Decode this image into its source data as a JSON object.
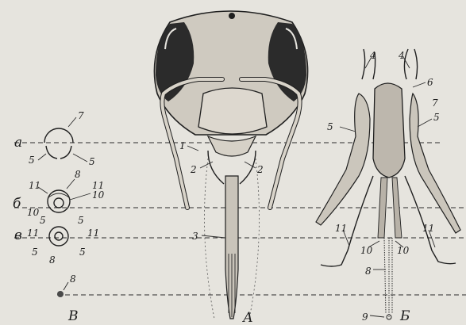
{
  "figure": {
    "panels": [
      {
        "id": "A",
        "label": "А"
      },
      {
        "id": "B",
        "label": "Б"
      },
      {
        "id": "V",
        "label": "В"
      }
    ],
    "section_letters": {
      "a": "а",
      "b": "б",
      "v": "в"
    },
    "numbers": {
      "n1": "1",
      "n2": "2",
      "n3": "3",
      "n4": "4",
      "n5": "5",
      "n6": "6",
      "n7": "7",
      "n8": "8",
      "n9": "9",
      "n10": "10",
      "n11": "11"
    }
  }
}
